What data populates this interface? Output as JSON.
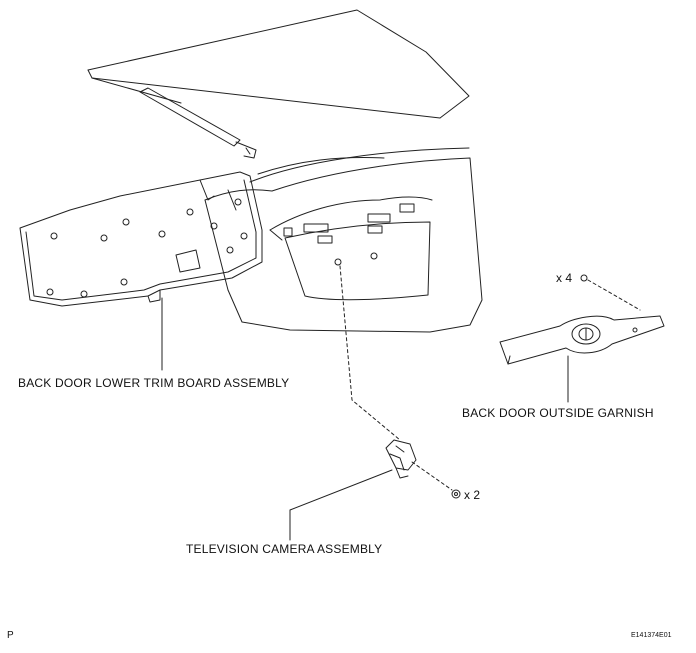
{
  "labels": {
    "lower_trim": "BACK DOOR LOWER TRIM BOARD ASSEMBLY",
    "outside_garnish": "BACK DOOR OUTSIDE GARNISH",
    "camera": "TELEVISION CAMERA ASSEMBLY"
  },
  "quantities": {
    "garnish_clips": "x 4",
    "camera_screws": "x 2"
  },
  "corner": {
    "left_code": "P",
    "figure_id": "E141374E01"
  }
}
